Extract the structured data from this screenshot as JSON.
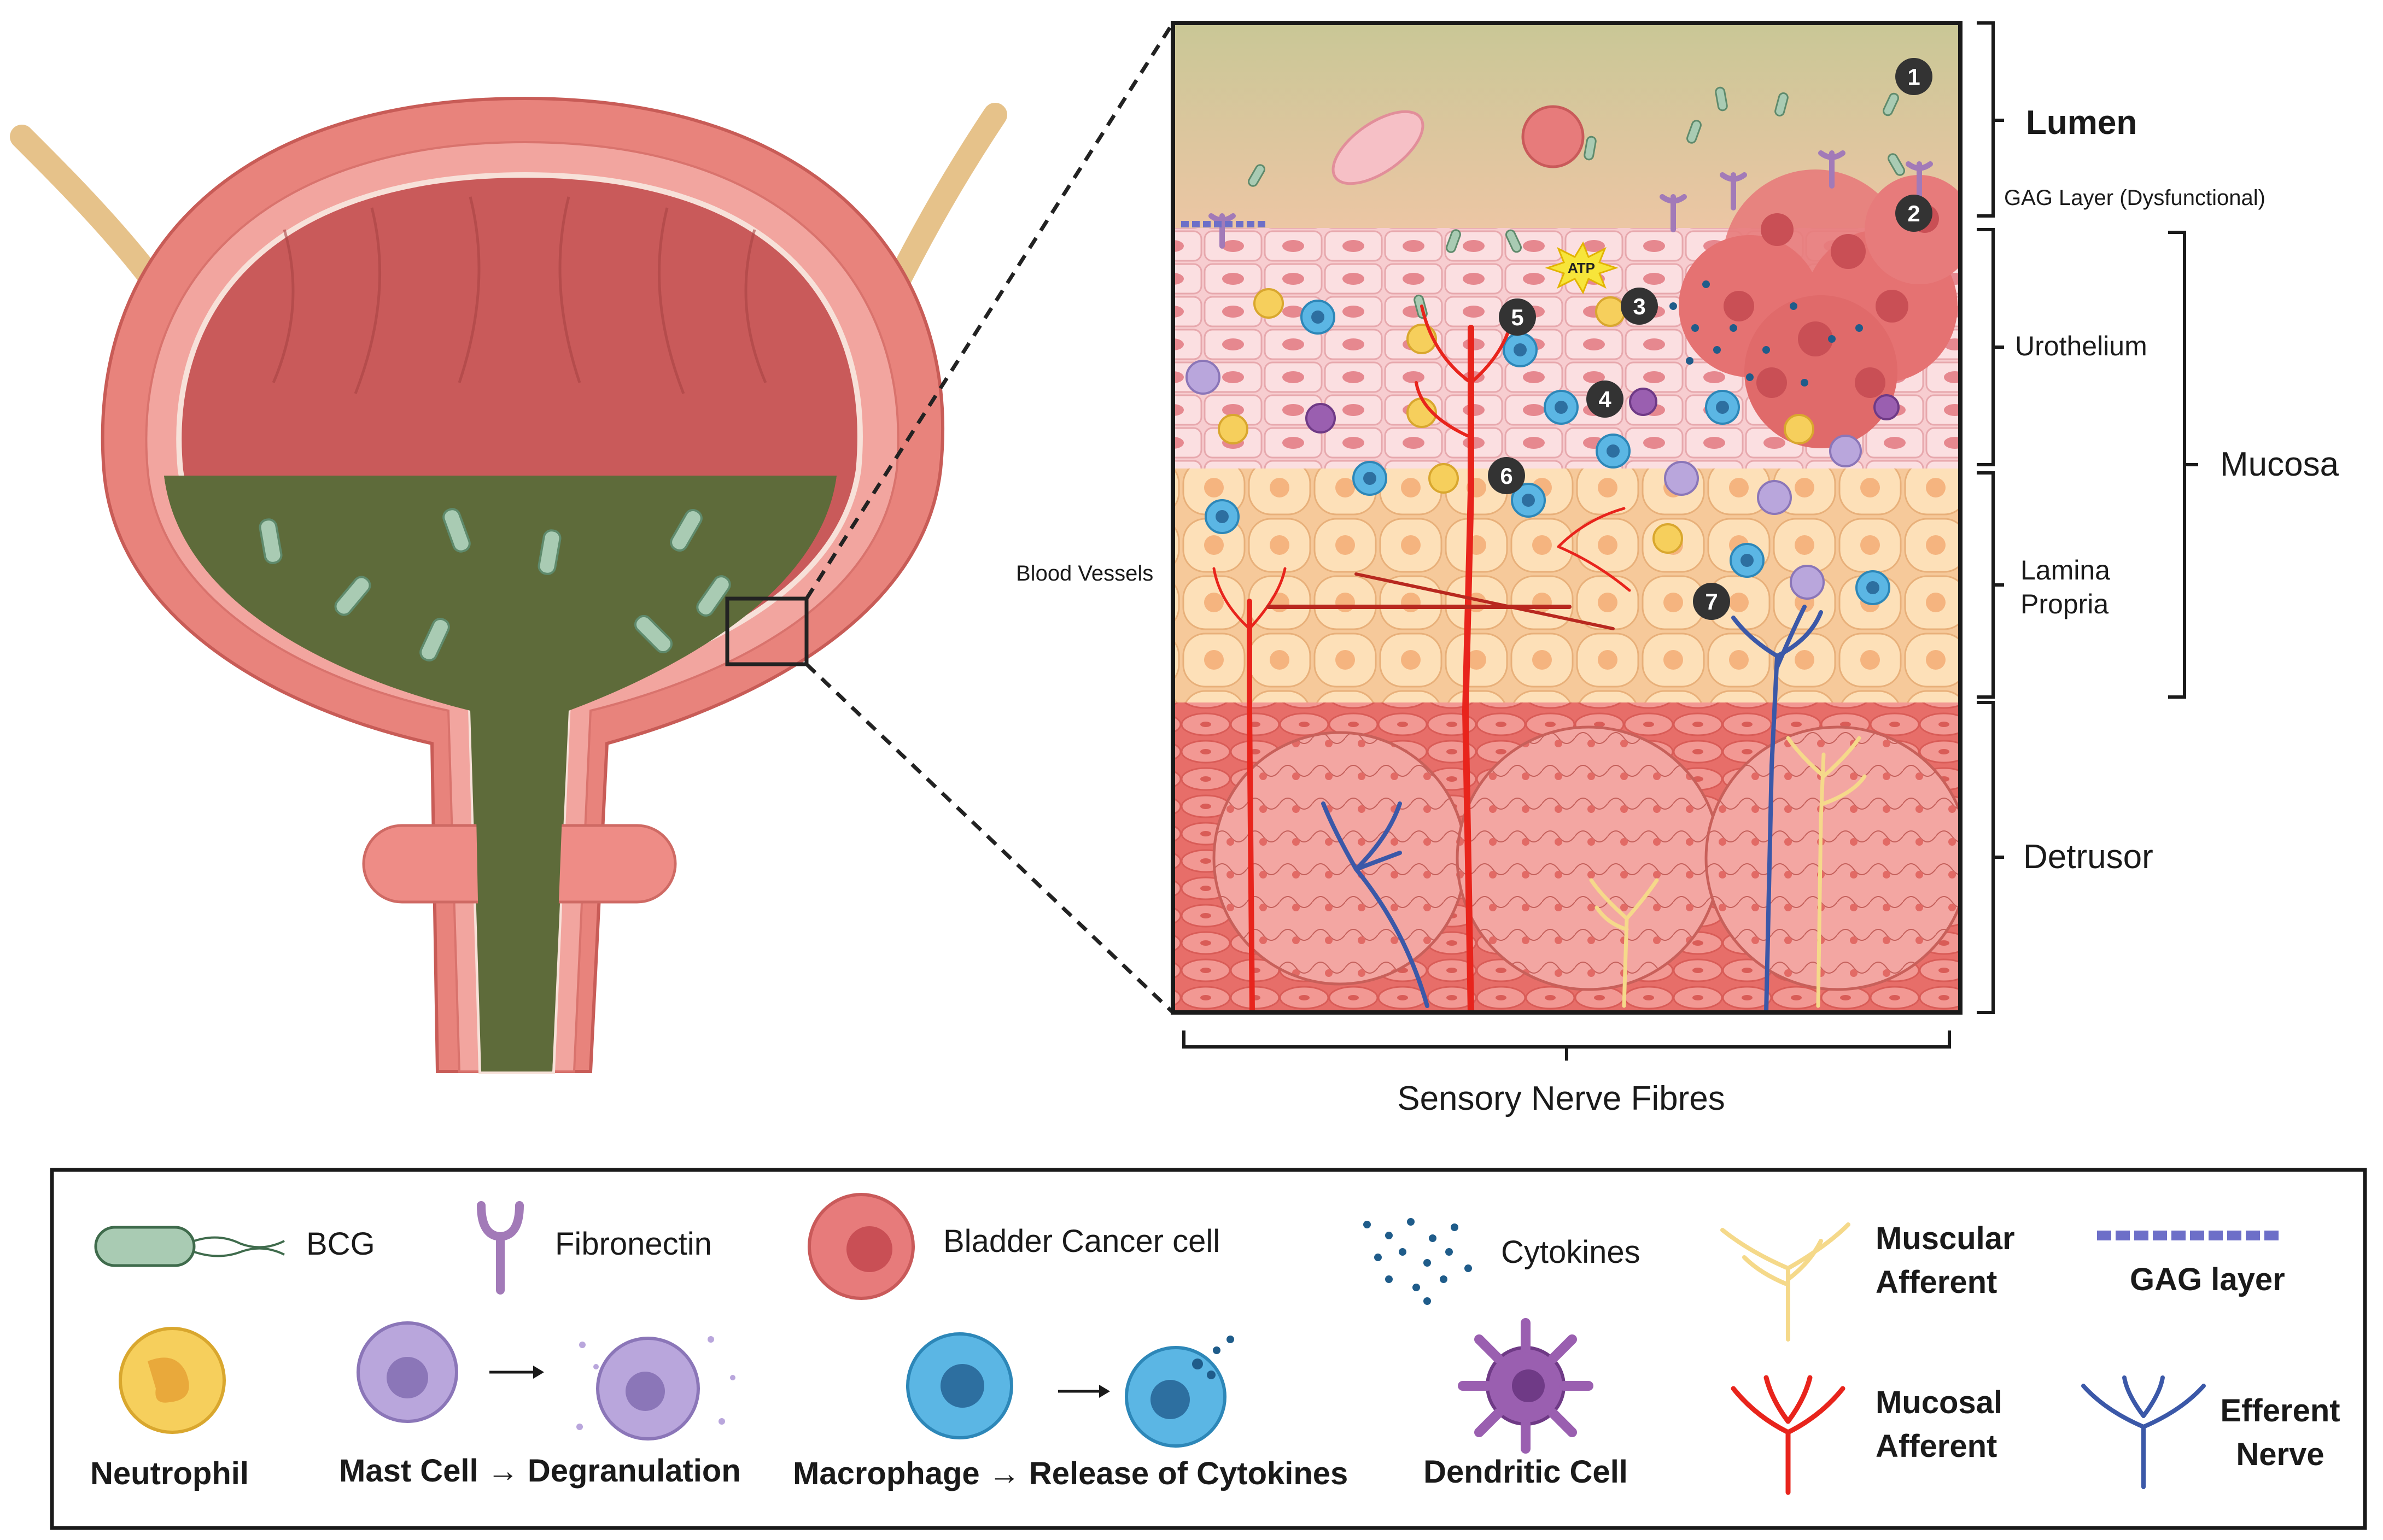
{
  "layers": {
    "lumen": "Lumen",
    "gag_layer": "GAG Layer (Dysfunctional)",
    "urothelium": "Urothelium",
    "lamina_line1": "Lamina",
    "lamina_line2": "Propria",
    "detrusor": "Detrusor",
    "mucosa": "Mucosa",
    "blood_vessels": "Blood Vessels",
    "sensory_nerve_fibres": "Sensory Nerve Fibres",
    "atp": "ATP"
  },
  "steps": [
    "1",
    "2",
    "3",
    "4",
    "5",
    "6",
    "7"
  ],
  "legend": {
    "bcg": "BCG",
    "fibronectin": "Fibronectin",
    "bladder_cancer_cell": "Bladder Cancer cell",
    "cytokines": "Cytokines",
    "muscular_afferent_1": "Muscular",
    "muscular_afferent_2": "Afferent",
    "gag_layer": "GAG layer",
    "neutrophil": "Neutrophil",
    "mast_cell_degranulation": "Mast Cell → Degranulation",
    "macrophage_release": "Macrophage → Release of Cytokines",
    "dendritic_cell": "Dendritic Cell",
    "mucosal_afferent_1": "Mucosal",
    "mucosal_afferent_2": "Afferent",
    "efferent_nerve_1": "Efferent",
    "efferent_nerve_2": "Nerve"
  },
  "colors": {
    "bladder_wall": "#e8837c",
    "bladder_inner": "#c95a5a",
    "urine": "#5e6b3a",
    "lumen_bg": "#d9c79b",
    "urothelium": "#f7c9cc",
    "lamina": "#fbd9a8",
    "detrusor": "#f08a85",
    "artery": "#e8241c",
    "efferent": "#3b58a8",
    "muscular_afferent": "#f5d98a",
    "badge": "#333333",
    "bcg_green": "#a9cbb3",
    "fibronectin": "#a27ab8",
    "macrophage": "#5bb6e4",
    "mast_cell": "#b9a6dc",
    "neutrophil": "#f6cf5c",
    "dendritic": "#9a5fb0",
    "cytokine": "#1f5c8a"
  }
}
